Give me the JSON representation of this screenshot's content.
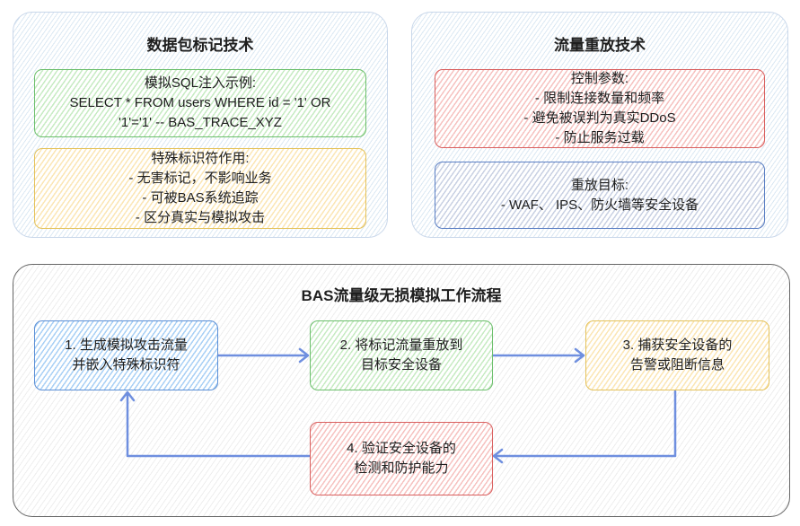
{
  "packet_marking": {
    "title": "数据包标记技术",
    "sql_box": {
      "heading": "模拟SQL注入示例:",
      "lines": [
        "SELECT * FROM users WHERE id = '1' OR",
        "'1'='1' -- BAS_TRACE_XYZ"
      ]
    },
    "identifier_box": {
      "heading": "特殊标识符作用:",
      "lines": [
        "- 无害标记，不影响业务",
        "- 可被BAS系统追踪",
        "- 区分真实与模拟攻击"
      ]
    }
  },
  "traffic_replay": {
    "title": "流量重放技术",
    "control_box": {
      "heading": "控制参数:",
      "lines": [
        "- 限制连接数量和频率",
        "- 避免被误判为真实DDoS",
        "- 防止服务过载"
      ]
    },
    "target_box": {
      "heading": "重放目标:",
      "lines": [
        "- WAF、 IPS、防火墙等安全设备"
      ]
    }
  },
  "workflow": {
    "title": "BAS流量级无损模拟工作流程",
    "steps": [
      {
        "lines": [
          "1. 生成模拟攻击流量",
          "并嵌入特殊标识符"
        ]
      },
      {
        "lines": [
          "2. 将标记流量重放到",
          "目标安全设备"
        ]
      },
      {
        "lines": [
          "3. 捕获安全设备的",
          "告警或阻断信息"
        ]
      },
      {
        "lines": [
          "4. 验证安全设备的",
          "检测和防护能力"
        ]
      }
    ]
  },
  "colors": {
    "arrow": "#6f8fdf"
  }
}
